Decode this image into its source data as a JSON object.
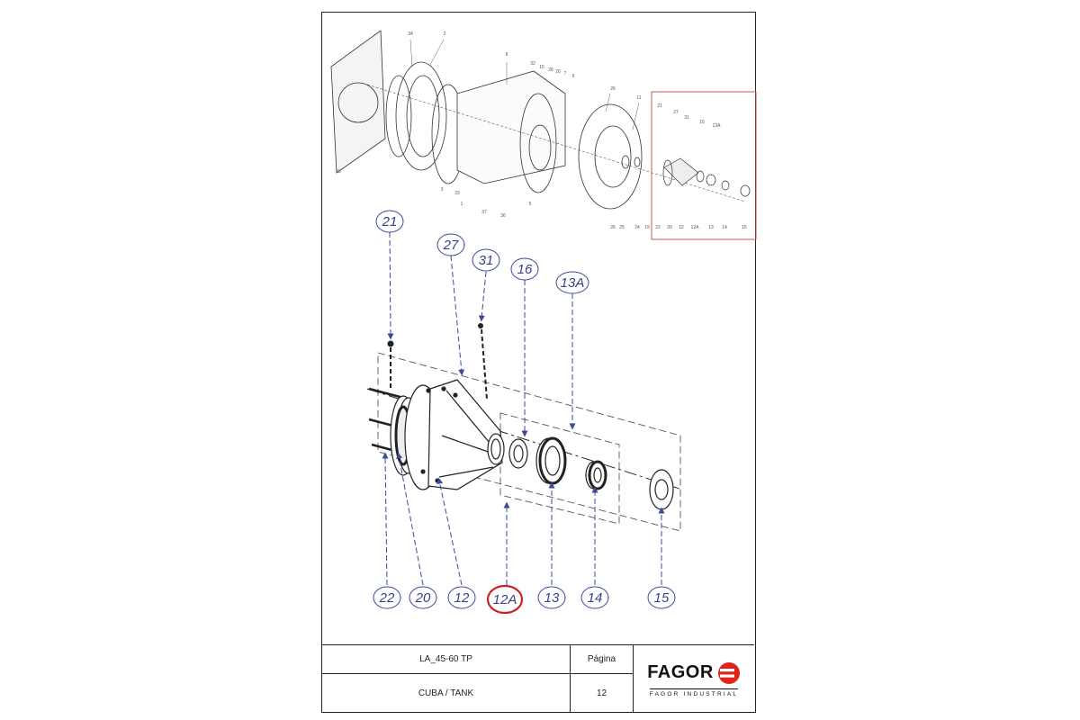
{
  "overview": {
    "labels": [
      "34",
      "2",
      "8",
      "32",
      "15",
      "28",
      "20",
      "7",
      "9",
      "26",
      "11",
      "21",
      "27",
      "31",
      "16",
      "13A",
      "23",
      "3",
      "33",
      "1",
      "37",
      "36",
      "5",
      "26",
      "25",
      "24",
      "19",
      "22",
      "20",
      "12",
      "12A",
      "13",
      "14",
      "15"
    ]
  },
  "detail": {
    "callouts": {
      "c21": "21",
      "c27": "27",
      "c31": "31",
      "c16": "16",
      "c13A": "13A",
      "c22": "22",
      "c20": "20",
      "c12": "12",
      "c12A": "12A",
      "c13": "13",
      "c14": "14",
      "c15": "15"
    },
    "highlight_color": "#cc2222",
    "callout_color": "#3c3f88"
  },
  "title_block": {
    "model": "LA_45-60 TP",
    "page_label": "Página",
    "title": "CUBA / TANK",
    "page_number": "12",
    "logo_text": "FAGOR",
    "logo_subtext": "FAGOR INDUSTRIAL",
    "logo_color": "#e2231a"
  }
}
